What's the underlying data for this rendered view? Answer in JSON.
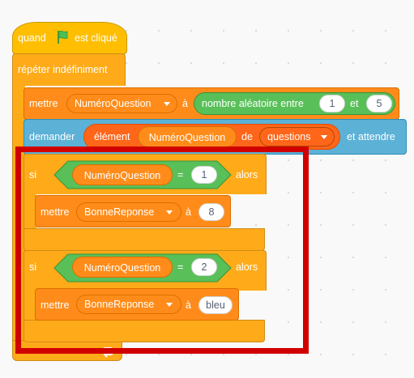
{
  "hat": {
    "text_before": "quand",
    "text_after": "est cliqué",
    "flag_icon": "green-flag-icon"
  },
  "forever": {
    "label": "répéter indéfiniment"
  },
  "set_question": {
    "label": "mettre",
    "variable": "NuméroQuestion",
    "to": "à",
    "random": {
      "label": "nombre aléatoire entre",
      "from": "1",
      "and": "et",
      "to": "5"
    }
  },
  "ask": {
    "label": "demander",
    "item": {
      "label": "élément",
      "variable": "NuméroQuestion",
      "of": "de",
      "list": "questions"
    },
    "suffix": "et attendre"
  },
  "if_1": {
    "label": "si",
    "variable": "NuméroQuestion",
    "operator": "=",
    "value": "1",
    "then": "alors",
    "set": {
      "label": "mettre",
      "variable": "BonneReponse",
      "to": "à",
      "value": "8"
    }
  },
  "if_2": {
    "label": "si",
    "variable": "NuméroQuestion",
    "operator": "=",
    "value": "2",
    "then": "alors",
    "set": {
      "label": "mettre",
      "variable": "BonneReponse",
      "to": "à",
      "value": "bleu"
    }
  },
  "colors": {
    "events": "#ffbf00",
    "control": "#ffab19",
    "variables": "#ff8c1a",
    "sensing": "#5cb1d6",
    "operators": "#59c059",
    "lists": "#ff661a",
    "highlight": "#d10000"
  }
}
